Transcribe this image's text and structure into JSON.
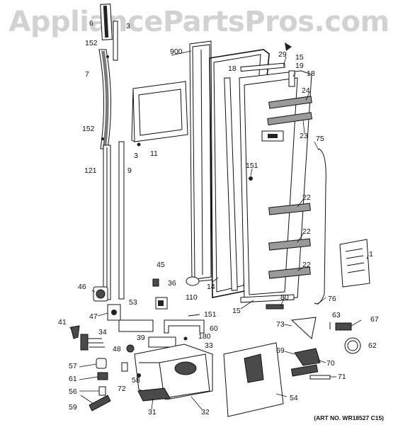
{
  "watermark": "AppliancePartsPros.com",
  "art_number": "(ART NO. WR18527 C15)",
  "callouts": [
    "6",
    "3",
    "152",
    "7",
    "152",
    "3",
    "121",
    "9",
    "11",
    "900",
    "18",
    "29",
    "15",
    "19",
    "18",
    "24",
    "23",
    "75",
    "151",
    "22",
    "22",
    "22",
    "1",
    "45",
    "36",
    "46",
    "14",
    "110",
    "15",
    "80",
    "76",
    "53",
    "151",
    "47",
    "41",
    "34",
    "39",
    "48",
    "180",
    "60",
    "33",
    "63",
    "67",
    "73",
    "62",
    "57",
    "69",
    "70",
    "61",
    "58",
    "71",
    "72",
    "56",
    "59",
    "31",
    "32",
    "54"
  ]
}
